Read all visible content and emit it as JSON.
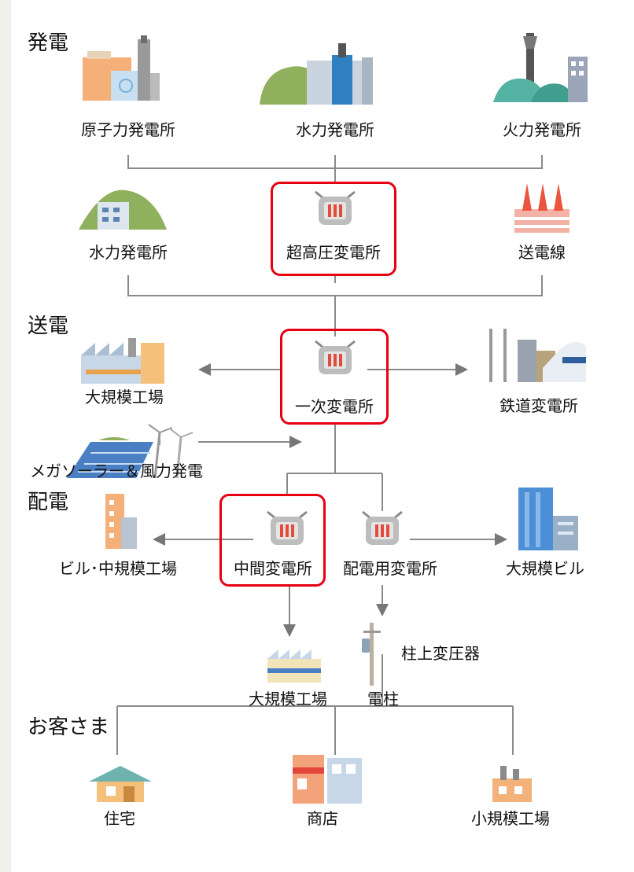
{
  "sections": {
    "generation": "発電",
    "transmission": "送電",
    "distribution": "配電",
    "customers": "お客さま"
  },
  "nodes": {
    "nuclear_plant": "原子力発電所",
    "hydro_plant_top": "水力発電所",
    "thermal_plant": "火力発電所",
    "hydro_plant_mid": "水力発電所",
    "ultra_high_voltage_substation": "超高圧変電所",
    "transmission_line": "送電線",
    "large_factory_1": "大規模工場",
    "primary_substation": "一次変電所",
    "railway_substation": "鉄道変電所",
    "solar_wind": "メガソーラー＆風力発電",
    "building_mid_factory": "ビル･中規模工場",
    "intermediate_substation": "中間変電所",
    "distribution_substation": "配電用変電所",
    "large_building": "大規模ビル",
    "pole_transformer": "柱上変圧器",
    "large_factory_2": "大規模工場",
    "utility_pole": "電柱",
    "house": "住宅",
    "shop": "商店",
    "small_factory": "小規模工場"
  },
  "highlight_color": "#e60012"
}
